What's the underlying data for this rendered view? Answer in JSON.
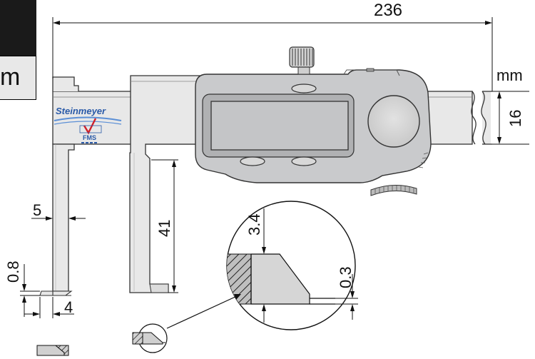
{
  "corner_tab": {
    "unit_text": "m"
  },
  "dimensions": {
    "total_length": "236",
    "unit": "mm",
    "beam_height": "16",
    "jaw_depth": "41",
    "jaw_width": "5",
    "tip_thickness": "0.8",
    "tip_length": "4",
    "detail_height": "3.4",
    "detail_tip": "0.3"
  },
  "brand": {
    "name": "Steinmeyer",
    "sub": "FMS",
    "check_color": "#d0202a",
    "text_color": "#2a5aa8"
  },
  "colors": {
    "steel": "#e6e6e6",
    "housing": "#c9cacc",
    "display": "#bcbdbf",
    "outline": "#333333"
  }
}
